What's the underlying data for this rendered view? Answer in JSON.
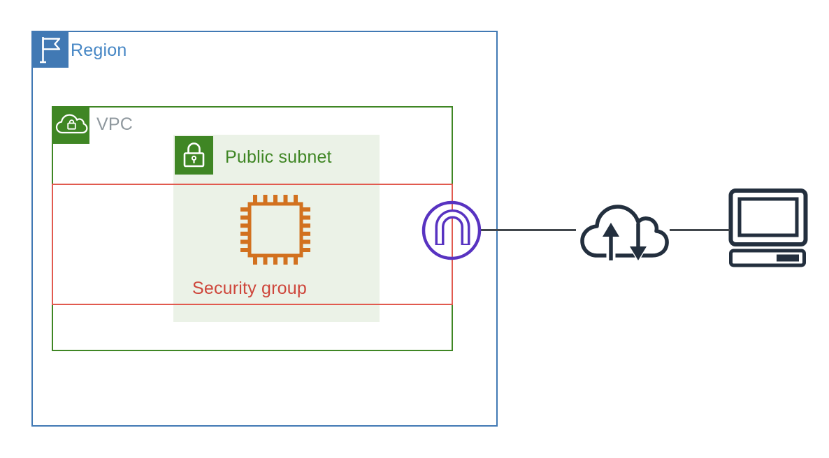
{
  "diagram_title": "AWS network architecture diagram",
  "region": {
    "label": "Region",
    "icon": "flag-icon"
  },
  "vpc": {
    "label": "VPC",
    "icon": "cloud-lock-icon"
  },
  "public_subnet": {
    "label": "Public subnet",
    "icon": "lock-icon"
  },
  "security_group": {
    "label": "Security group",
    "icon": "instance-chip-icon"
  },
  "internet_gateway": {
    "icon": "internet-gateway-icon"
  },
  "internet": {
    "icon": "internet-cloud-icon"
  },
  "client": {
    "icon": "client-computer-icon"
  },
  "colors": {
    "region_blue": "#4179B4",
    "region_text_blue": "#4787C5",
    "vpc_green": "#3F8624",
    "vpc_text_gray": "#8F989E",
    "subnet_fill": "#EBF2E7",
    "subnet_text_green": "#3F8624",
    "security_group_red": "#E15A4F",
    "security_group_text_red": "#CE463B",
    "instance_orange": "#D2711F",
    "gateway_purple": "#5833C1",
    "icon_navy": "#232F3E",
    "connector_gray": "#41464C",
    "background": "#FFFFFF"
  }
}
